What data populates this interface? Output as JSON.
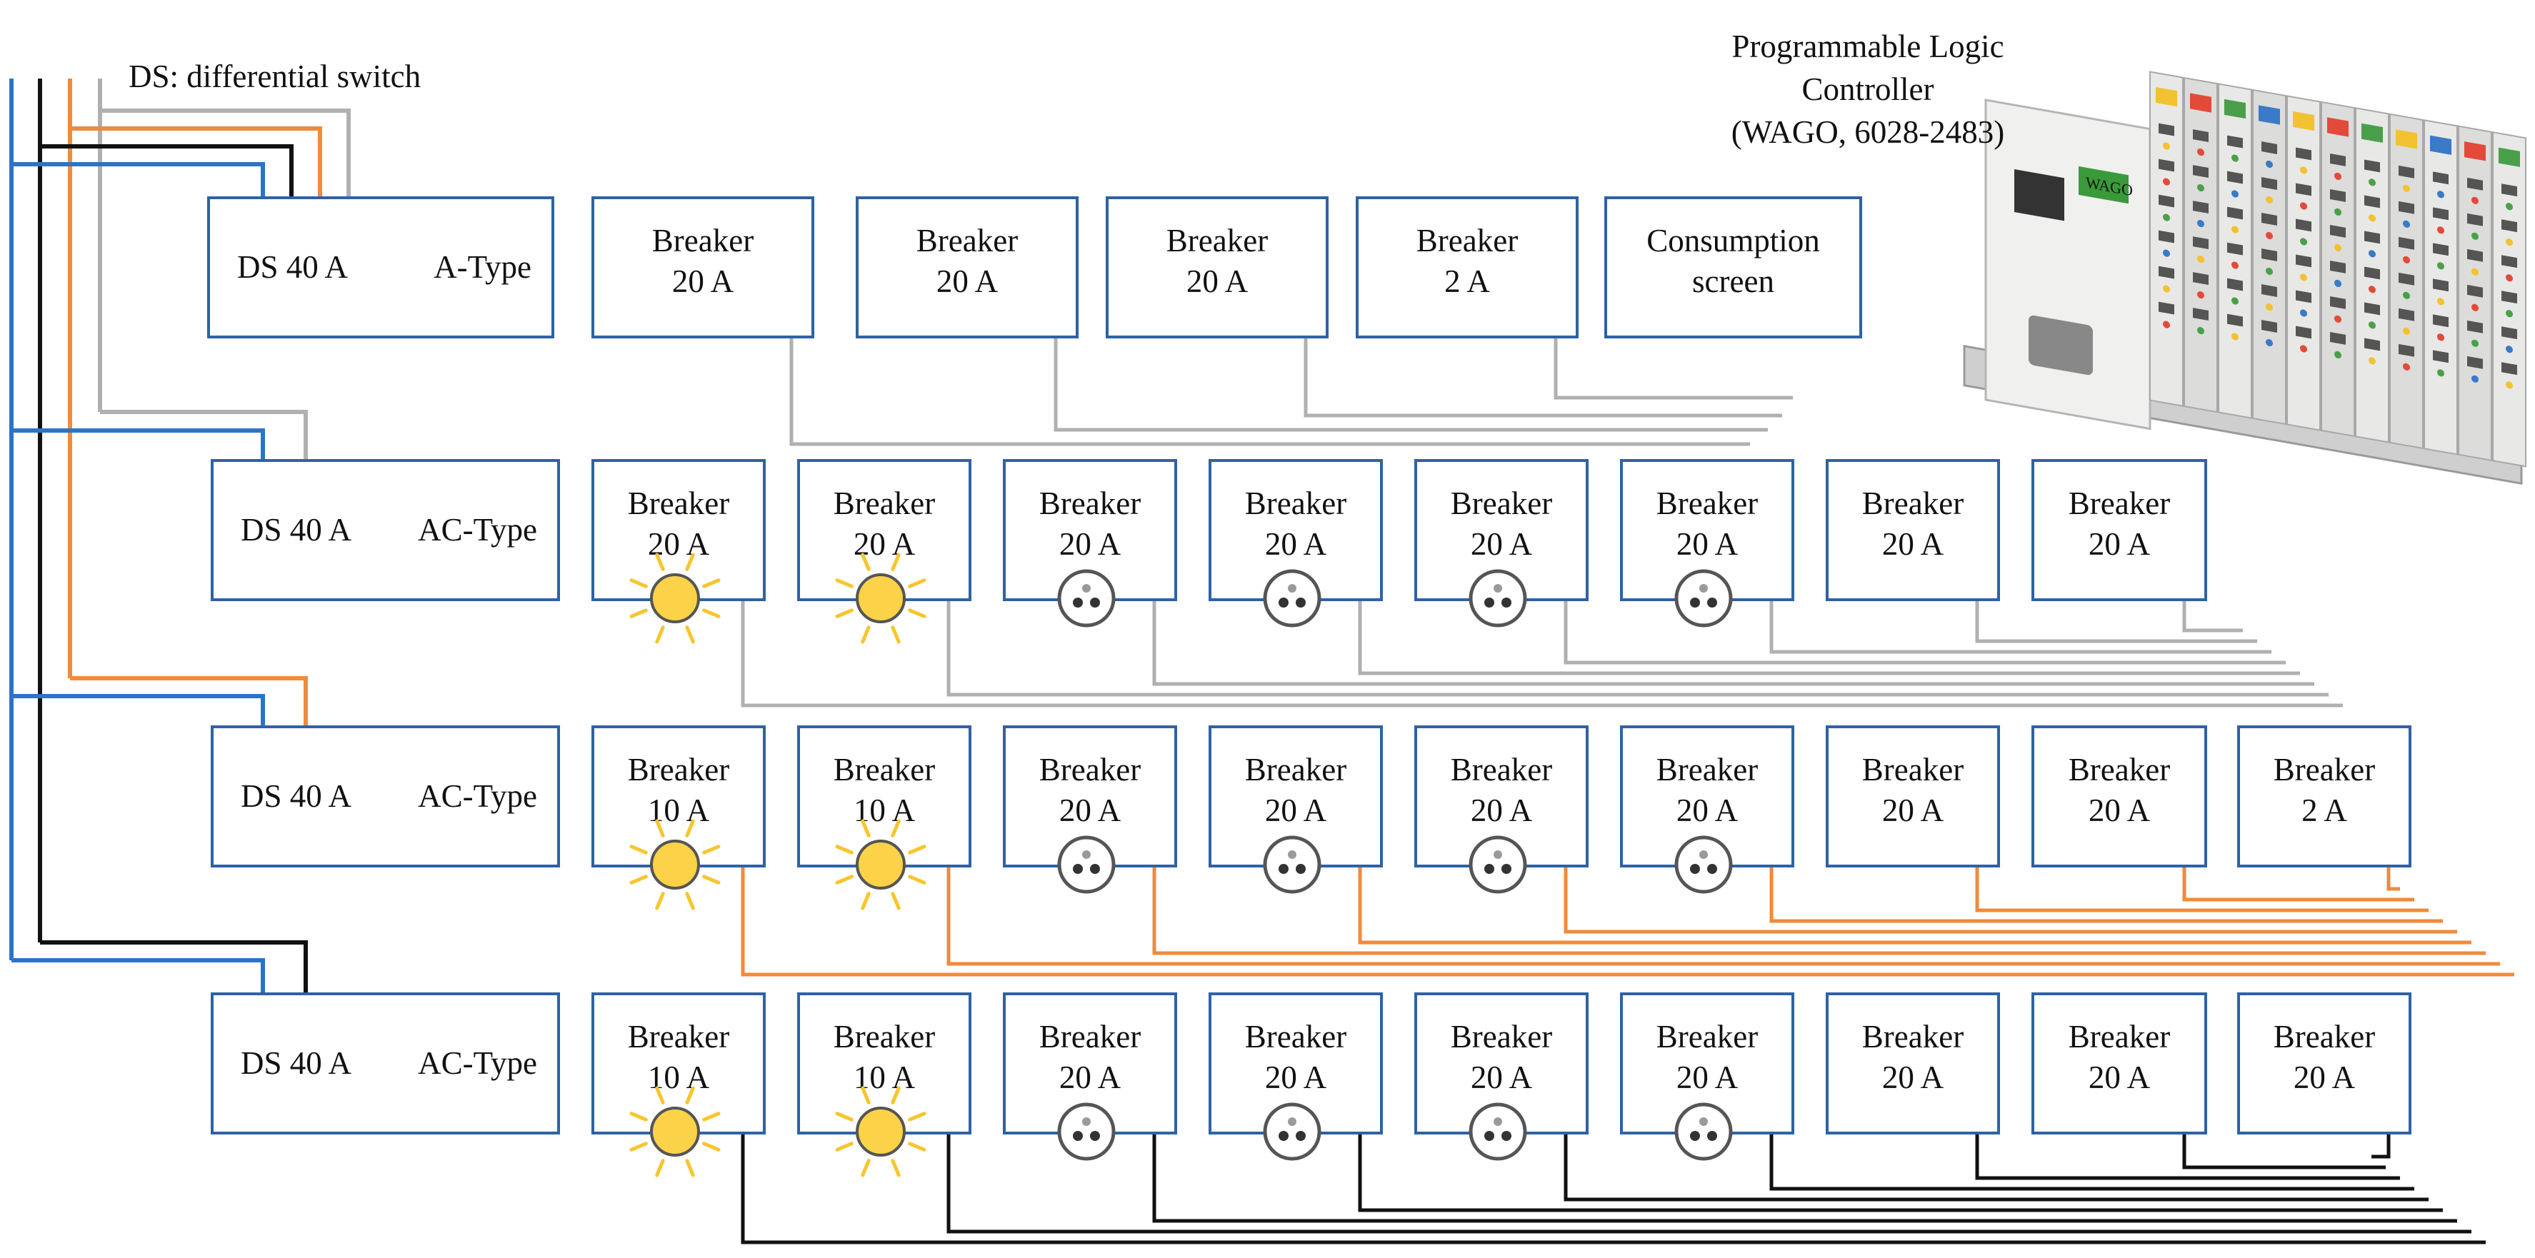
{
  "legend": "DS: differential switch",
  "colors": {
    "neutral": "#2b74c6",
    "phase1": "#111111",
    "phase2": "#f08a3c",
    "phase3": "#b0b0b0",
    "box_border": "#2e62a5",
    "lamp": "#fbd248",
    "lamp_rays": "#f8c52c",
    "outlet_ring": "#555555"
  },
  "plc": {
    "caption": [
      "Programmable Logic",
      "Controller",
      "(WAGO, 6028-2483)"
    ],
    "device_label": "WAGO"
  },
  "rows": [
    {
      "ds": {
        "label": "DS 40 A",
        "type": "A-Type"
      },
      "phase": "phase3",
      "breakers": [
        {
          "lines": [
            "Breaker",
            "20 A"
          ],
          "icon": "none"
        },
        {
          "lines": [
            "Breaker",
            "20 A"
          ],
          "icon": "none"
        },
        {
          "lines": [
            "Breaker",
            "20 A"
          ],
          "icon": "none"
        },
        {
          "lines": [
            "Breaker",
            "2 A"
          ],
          "icon": "none"
        },
        {
          "lines": [
            "Consumption",
            "screen"
          ],
          "icon": "none"
        }
      ]
    },
    {
      "ds": {
        "label": "DS 40 A",
        "type": "AC-Type"
      },
      "phase": "phase3",
      "breakers": [
        {
          "lines": [
            "Breaker",
            "20 A"
          ],
          "icon": "lamp"
        },
        {
          "lines": [
            "Breaker",
            "20 A"
          ],
          "icon": "lamp"
        },
        {
          "lines": [
            "Breaker",
            "20 A"
          ],
          "icon": "outlet"
        },
        {
          "lines": [
            "Breaker",
            "20 A"
          ],
          "icon": "outlet"
        },
        {
          "lines": [
            "Breaker",
            "20 A"
          ],
          "icon": "outlet"
        },
        {
          "lines": [
            "Breaker",
            "20 A"
          ],
          "icon": "outlet"
        },
        {
          "lines": [
            "Breaker",
            "20 A"
          ],
          "icon": "none"
        },
        {
          "lines": [
            "Breaker",
            "20 A"
          ],
          "icon": "none"
        }
      ]
    },
    {
      "ds": {
        "label": "DS 40 A",
        "type": "AC-Type"
      },
      "phase": "phase2",
      "breakers": [
        {
          "lines": [
            "Breaker",
            "10 A"
          ],
          "icon": "lamp"
        },
        {
          "lines": [
            "Breaker",
            "10 A"
          ],
          "icon": "lamp"
        },
        {
          "lines": [
            "Breaker",
            "20 A"
          ],
          "icon": "outlet"
        },
        {
          "lines": [
            "Breaker",
            "20 A"
          ],
          "icon": "outlet"
        },
        {
          "lines": [
            "Breaker",
            "20 A"
          ],
          "icon": "outlet"
        },
        {
          "lines": [
            "Breaker",
            "20 A"
          ],
          "icon": "outlet"
        },
        {
          "lines": [
            "Breaker",
            "20 A"
          ],
          "icon": "none"
        },
        {
          "lines": [
            "Breaker",
            "20 A"
          ],
          "icon": "none"
        },
        {
          "lines": [
            "Breaker",
            "2 A"
          ],
          "icon": "none"
        }
      ]
    },
    {
      "ds": {
        "label": "DS 40 A",
        "type": "AC-Type"
      },
      "phase": "phase1",
      "breakers": [
        {
          "lines": [
            "Breaker",
            "10 A"
          ],
          "icon": "lamp"
        },
        {
          "lines": [
            "Breaker",
            "10 A"
          ],
          "icon": "lamp"
        },
        {
          "lines": [
            "Breaker",
            "20 A"
          ],
          "icon": "outlet"
        },
        {
          "lines": [
            "Breaker",
            "20 A"
          ],
          "icon": "outlet"
        },
        {
          "lines": [
            "Breaker",
            "20 A"
          ],
          "icon": "outlet"
        },
        {
          "lines": [
            "Breaker",
            "20 A"
          ],
          "icon": "outlet"
        },
        {
          "lines": [
            "Breaker",
            "20 A"
          ],
          "icon": "none"
        },
        {
          "lines": [
            "Breaker",
            "20 A"
          ],
          "icon": "none"
        },
        {
          "lines": [
            "Breaker",
            "20 A"
          ],
          "icon": "none"
        }
      ]
    }
  ]
}
